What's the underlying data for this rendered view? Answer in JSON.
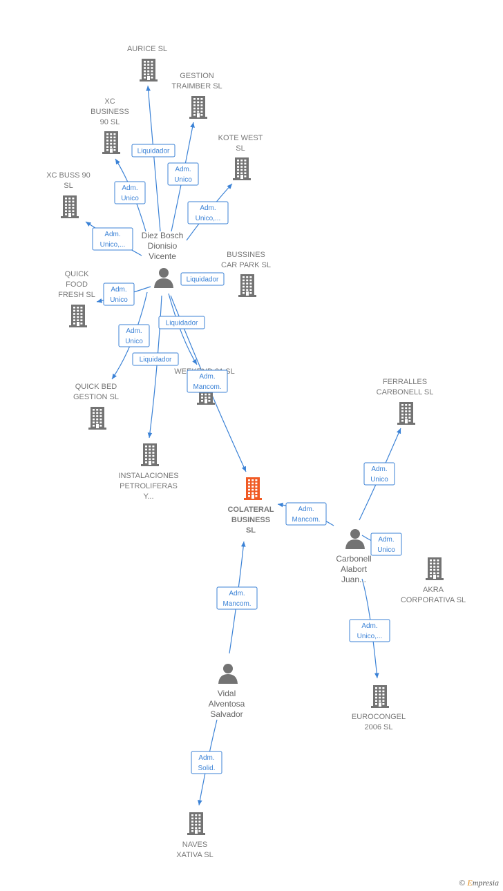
{
  "colors": {
    "edge": "#3b82d6",
    "building": "#737373",
    "focus": "#f05a24",
    "person": "#737373"
  },
  "companies": [
    {
      "id": "aurice",
      "lines": [
        "AURICE SL"
      ]
    },
    {
      "id": "gestion_traimber",
      "lines": [
        "GESTION",
        "TRAIMBER  SL"
      ]
    },
    {
      "id": "xc_business",
      "lines": [
        "XC",
        "BUSINESS",
        "90 SL"
      ]
    },
    {
      "id": "kote_west",
      "lines": [
        "KOTE WEST",
        "SL"
      ]
    },
    {
      "id": "xc_buss",
      "lines": [
        "XC BUSS 90",
        "SL"
      ]
    },
    {
      "id": "bussines_car",
      "lines": [
        "BUSSINES",
        "CAR PARK SL"
      ]
    },
    {
      "id": "quick_food",
      "lines": [
        "QUICK",
        "FOOD",
        "FRESH  SL"
      ]
    },
    {
      "id": "quick_bed",
      "lines": [
        "QUICK BED",
        "GESTION  SL"
      ]
    },
    {
      "id": "weekend",
      "lines": [
        "WEEKEND 21 SL"
      ]
    },
    {
      "id": "instalaciones",
      "lines": [
        "INSTALACIONES",
        "PETROLIFERAS",
        "Y..."
      ]
    },
    {
      "id": "colateral",
      "lines": [
        "COLATERAL",
        "BUSINESS",
        "SL"
      ],
      "focus": true
    },
    {
      "id": "ferralles",
      "lines": [
        "FERRALLES",
        "CARBONELL SL"
      ]
    },
    {
      "id": "akra",
      "lines": [
        "AKRA",
        "CORPORATIVA SL"
      ]
    },
    {
      "id": "eurocongel",
      "lines": [
        "EUROCONGEL",
        "2006 SL"
      ]
    },
    {
      "id": "naves",
      "lines": [
        "NAVES",
        "XATIVA  SL"
      ]
    }
  ],
  "persons": [
    {
      "id": "diez",
      "lines": [
        "Diez Bosch",
        "Dionisio",
        "Vicente"
      ]
    },
    {
      "id": "carbonell",
      "lines": [
        "Carbonell",
        "Alabort",
        "Juan..."
      ]
    },
    {
      "id": "vidal",
      "lines": [
        "Vidal",
        "Alventosa",
        "Salvador"
      ]
    }
  ],
  "edges": [
    {
      "from": "diez",
      "to": "aurice",
      "lines": [
        "Liquidador"
      ]
    },
    {
      "from": "diez",
      "to": "gestion_traimber",
      "lines": [
        "Adm.",
        "Unico"
      ]
    },
    {
      "from": "diez",
      "to": "xc_business",
      "lines": [
        "Adm.",
        "Unico"
      ]
    },
    {
      "from": "diez",
      "to": "kote_west",
      "lines": [
        "Adm.",
        "Unico,..."
      ]
    },
    {
      "from": "diez",
      "to": "xc_buss",
      "lines": [
        "Adm.",
        "Unico,..."
      ]
    },
    {
      "from": "diez",
      "to": "bussines_car",
      "lines": [
        "Liquidador"
      ]
    },
    {
      "from": "diez",
      "to": "quick_food",
      "lines": [
        "Adm.",
        "Unico"
      ]
    },
    {
      "from": "diez",
      "to": "quick_bed",
      "lines": [
        "Adm.",
        "Unico"
      ]
    },
    {
      "from": "diez",
      "to": "weekend",
      "lines": [
        "Liquidador"
      ]
    },
    {
      "from": "diez",
      "to": "instalaciones",
      "lines": [
        "Liquidador"
      ]
    },
    {
      "from": "diez",
      "to": "colateral",
      "lines": [
        "Adm.",
        "Mancom."
      ]
    },
    {
      "from": "carbonell",
      "to": "colateral",
      "lines": [
        "Adm.",
        "Mancom."
      ]
    },
    {
      "from": "carbonell",
      "to": "ferralles",
      "lines": [
        "Adm.",
        "Unico"
      ]
    },
    {
      "from": "carbonell",
      "to": "akra",
      "lines": [
        "Adm.",
        "Unico"
      ]
    },
    {
      "from": "carbonell",
      "to": "eurocongel",
      "lines": [
        "Adm.",
        "Unico,..."
      ]
    },
    {
      "from": "vidal",
      "to": "colateral",
      "lines": [
        "Adm.",
        "Mancom."
      ]
    },
    {
      "from": "vidal",
      "to": "naves",
      "lines": [
        "Adm.",
        "Solid."
      ]
    }
  ],
  "brand": {
    "copyright": "©",
    "initial": "E",
    "rest": "mpresia"
  }
}
